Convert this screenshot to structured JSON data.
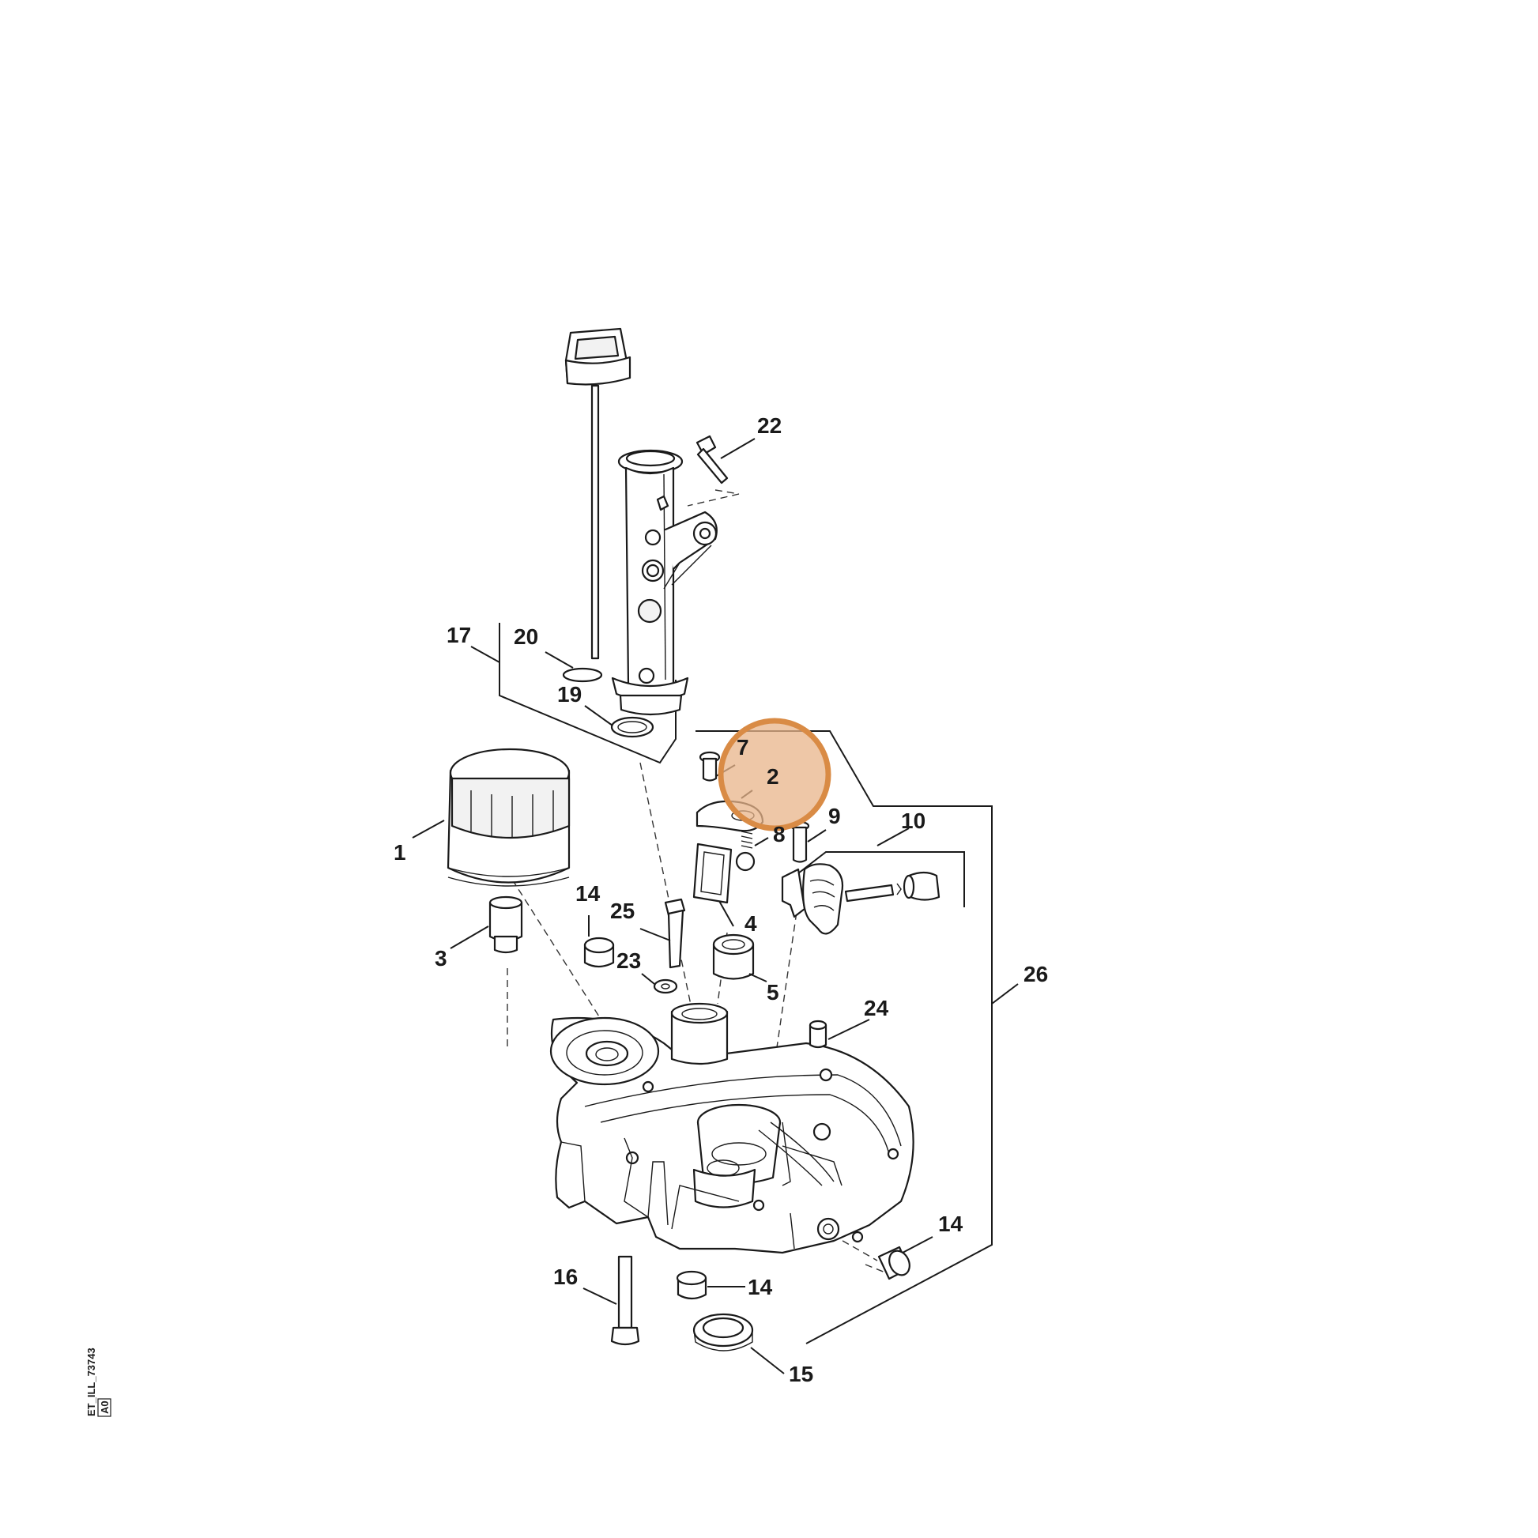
{
  "diagram": {
    "callouts": [
      {
        "id": "1",
        "label": "1"
      },
      {
        "id": "2",
        "label": "2"
      },
      {
        "id": "3",
        "label": "3"
      },
      {
        "id": "4",
        "label": "4"
      },
      {
        "id": "5",
        "label": "5"
      },
      {
        "id": "7",
        "label": "7"
      },
      {
        "id": "8",
        "label": "8"
      },
      {
        "id": "9",
        "label": "9"
      },
      {
        "id": "10",
        "label": "10"
      },
      {
        "id": "14a",
        "label": "14"
      },
      {
        "id": "14b",
        "label": "14"
      },
      {
        "id": "14c",
        "label": "14"
      },
      {
        "id": "15",
        "label": "15"
      },
      {
        "id": "16",
        "label": "16"
      },
      {
        "id": "17",
        "label": "17"
      },
      {
        "id": "19",
        "label": "19"
      },
      {
        "id": "20",
        "label": "20"
      },
      {
        "id": "22",
        "label": "22"
      },
      {
        "id": "23",
        "label": "23"
      },
      {
        "id": "24",
        "label": "24"
      },
      {
        "id": "25",
        "label": "25"
      },
      {
        "id": "26",
        "label": "26"
      }
    ],
    "highlight": {
      "target": "2",
      "color": "#d98b45",
      "fill": "#e8b48a"
    },
    "illustration_code": {
      "line1": "ET_ILL_73743",
      "line2": "A0"
    }
  }
}
